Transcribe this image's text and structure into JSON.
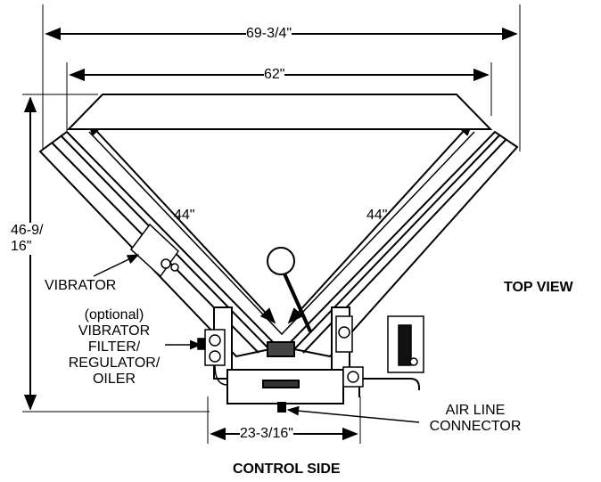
{
  "view_label": "TOP VIEW",
  "side_label": "CONTROL SIDE",
  "dimensions": {
    "overall_width": "69-3/4\"",
    "hopper_width": "62\"",
    "left_side": "44\"",
    "right_side": "44\"",
    "height_line1": "46-9/",
    "height_line2": "16\"",
    "base_width": "23-3/16\""
  },
  "callouts": {
    "vibrator": "VIBRATOR",
    "filter_lines": [
      "(optional)",
      "VIBRATOR",
      "FILTER/",
      "REGULATOR/",
      "OILER"
    ],
    "air_line_lines": [
      "AIR LINE",
      "CONNECTOR"
    ]
  }
}
